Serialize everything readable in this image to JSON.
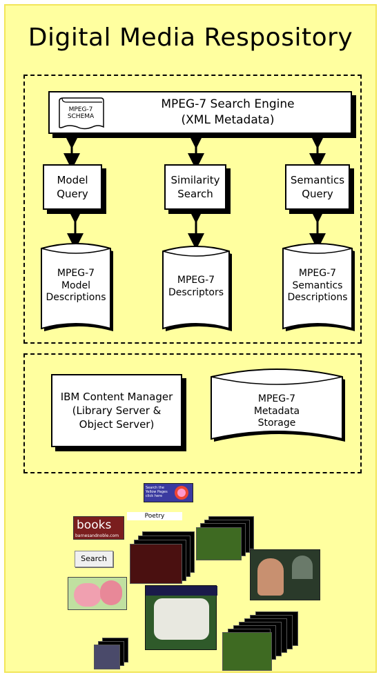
{
  "title": "Digital Media Respository",
  "engine": {
    "line1": "MPEG-7 Search Engine",
    "line2": "(XML Metadata)",
    "schema_line1": "MPEG-7",
    "schema_line2": "SCHEMA"
  },
  "queries": [
    {
      "line1": "Model",
      "line2": "Query"
    },
    {
      "line1": "Similarity",
      "line2": "Search"
    },
    {
      "line1": "Semantics",
      "line2": "Query"
    }
  ],
  "stores": [
    {
      "line1": "MPEG-7",
      "line2": "Model",
      "line3": "Descriptions"
    },
    {
      "line1": "MPEG-7",
      "line2": "Descriptors"
    },
    {
      "line1": "MPEG-7",
      "line2": "Semantics",
      "line3": "Descriptions"
    }
  ],
  "content_manager": {
    "line1": "IBM Content Manager",
    "line2": "(Library Server &",
    "line3": "Object Server)"
  },
  "metadata_storage": {
    "line1": "MPEG-7",
    "line2": "Metadata",
    "line3": "Storage"
  },
  "media": {
    "yellow_pages_text": "Search the Yellow Pages click here",
    "books_text": "books",
    "books_site": "barnesandnoble.com",
    "poetry_text": "Poetry",
    "search_button": "Search"
  },
  "colors": {
    "background": "#ffff9f",
    "border": "#f2e65a"
  }
}
